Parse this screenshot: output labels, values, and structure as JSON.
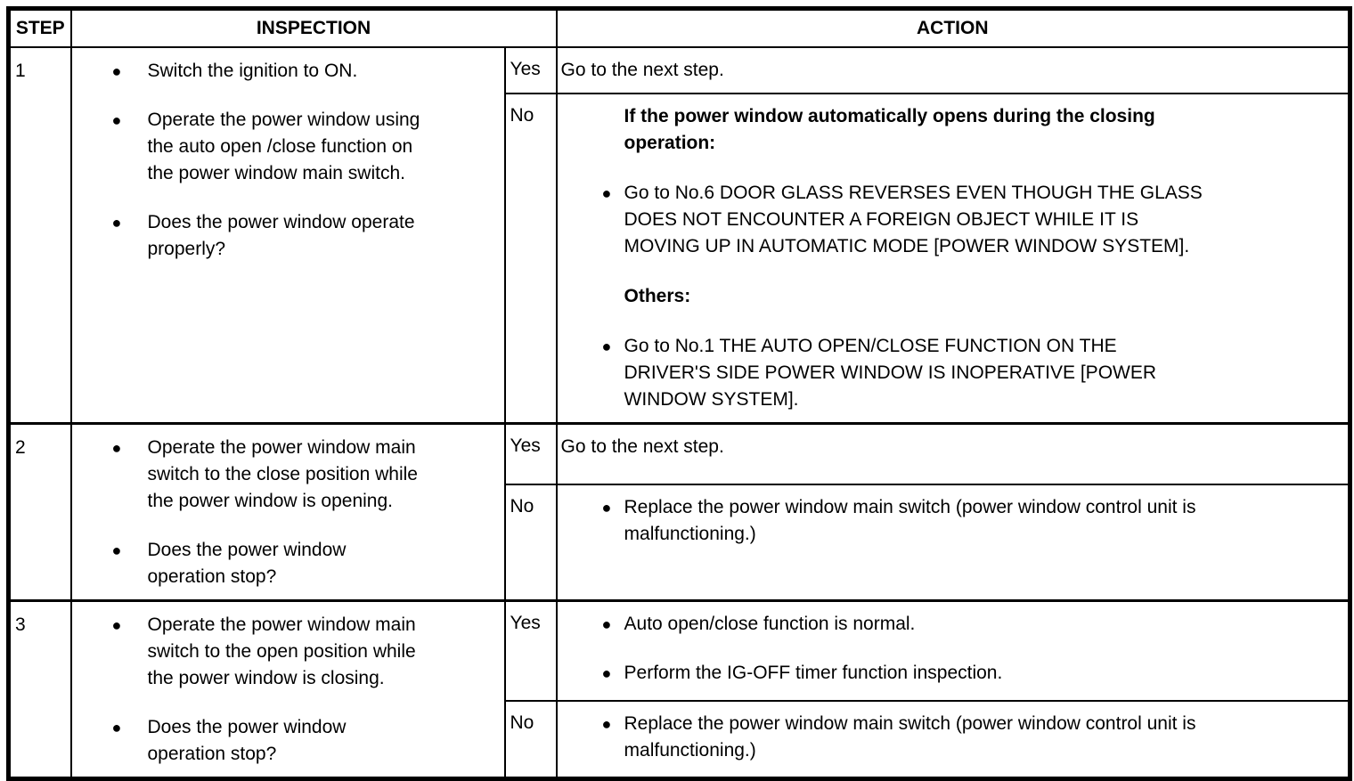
{
  "glyphs": {
    "bullet": "●"
  },
  "header": {
    "step": "STEP",
    "inspection": "INSPECTION",
    "action": "ACTION"
  },
  "labels": {
    "yes": "Yes",
    "no": "No"
  },
  "rows": [
    {
      "step": "1",
      "inspection": [
        "Switch the ignition to ON.",
        "Operate the power window using\nthe auto open /close function on\nthe power window main switch.",
        "Does the power window operate\nproperly?"
      ],
      "yes": {
        "text": "Go to the next step."
      },
      "no": {
        "sections": [
          {
            "heading": "If the power window automatically opens during the closing\noperation:",
            "bullets": [
              "Go to No.6 DOOR GLASS REVERSES EVEN THOUGH THE GLASS\nDOES NOT ENCOUNTER A FOREIGN OBJECT WHILE IT IS\nMOVING UP IN AUTOMATIC MODE [POWER WINDOW SYSTEM]."
            ]
          },
          {
            "heading": "Others:",
            "bullets": [
              "Go to No.1 THE AUTO OPEN/CLOSE FUNCTION ON THE\nDRIVER'S SIDE POWER WINDOW IS INOPERATIVE [POWER\nWINDOW SYSTEM]."
            ]
          }
        ]
      }
    },
    {
      "step": "2",
      "inspection": [
        "Operate the power window main\nswitch to the close position while\nthe power window is opening.",
        "Does the power window\noperation stop?"
      ],
      "yes": {
        "text": "Go to the next step."
      },
      "no": {
        "bullets": [
          "Replace the power window main switch (power window control unit is\nmalfunctioning.)"
        ]
      }
    },
    {
      "step": "3",
      "inspection": [
        "Operate the power window main\nswitch to the open position while\nthe power window is closing.",
        "Does the power window\noperation stop?"
      ],
      "yes": {
        "bullets": [
          "Auto open/close function is normal.",
          "Perform the IG-OFF timer function inspection."
        ]
      },
      "no": {
        "bullets": [
          "Replace the power window main switch (power window control unit is\nmalfunctioning.)"
        ]
      }
    }
  ]
}
